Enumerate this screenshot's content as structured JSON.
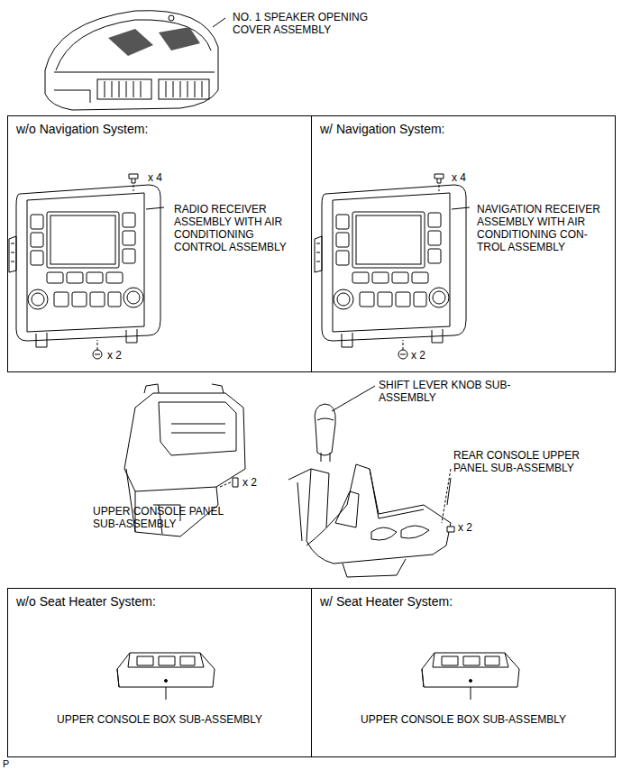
{
  "diagram": {
    "nodes": [
      {
        "text": [
          "w/o Navigation System:",
          "x 4",
          "RADIO RECEIVER ASSEMBLY WITH AIR CONDITIONING CONTROL ASSEMBLY",
          "x 2"
        ]
      },
      {
        "text": [
          "w/ Navigation System:",
          "x 4",
          "NAVIGATION RECEIVER ASSEMBLY WITH AIR CONDITIONING CON- TROL ASSEMBLY",
          "x 2"
        ]
      },
      {
        "text": [
          "w/o Seat Heater System:",
          "UPPER CONSOLE BOX SUB-ASSEMBLY"
        ]
      },
      {
        "text": [
          "w/ Seat Heater System:",
          "UPPER CONSOLE BOX SUB-ASSEMBLY"
        ]
      }
    ],
    "labels": [
      "NO. 1 SPEAKER OPENING COVER ASSEMBLY",
      "x 2",
      "UPPER CONSOLE PANEL SUB-ASSEMBLY",
      "SHIFT LEVER KNOB SUB-ASSEMBLY",
      "REAR CONSOLE UPPER PANEL SUB-ASSEMBLY",
      "x 2",
      "P"
    ]
  }
}
